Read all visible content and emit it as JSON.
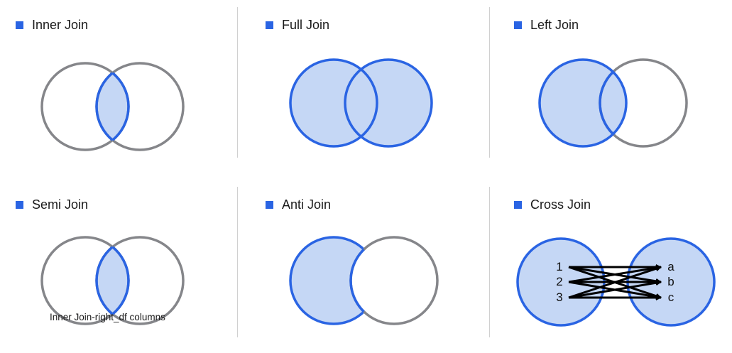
{
  "colors": {
    "blue": "#2a64e3",
    "fill": "#c5d7f5",
    "gray": "#85868a",
    "accent": "#2a64e3"
  },
  "panels": [
    {
      "id": "inner",
      "title": "Inner Join"
    },
    {
      "id": "full",
      "title": "Full Join"
    },
    {
      "id": "left",
      "title": "Left Join"
    },
    {
      "id": "semi",
      "title": "Semi Join",
      "caption": "Inner Join-right_df columns"
    },
    {
      "id": "anti",
      "title": "Anti Join"
    },
    {
      "id": "cross",
      "title": "Cross Join",
      "left_labels": [
        "1",
        "2",
        "3"
      ],
      "right_labels": [
        "a",
        "b",
        "c"
      ]
    }
  ]
}
